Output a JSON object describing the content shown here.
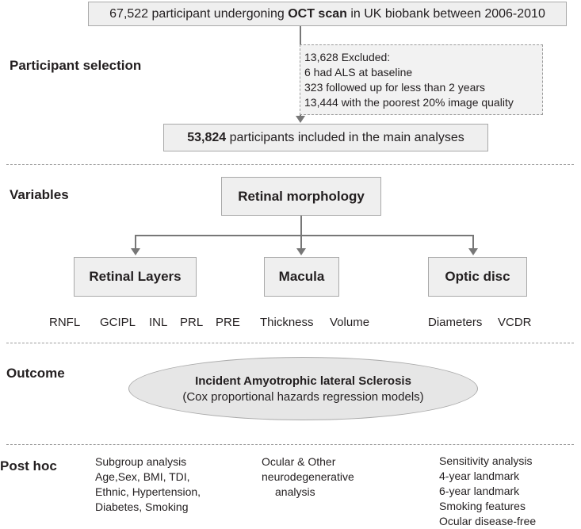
{
  "top_box": {
    "prefix": "67,522 participant undergoning ",
    "bold": "OCT scan",
    "suffix": " in UK biobank between 2006-2010"
  },
  "excluded": [
    "13,628 Excluded:",
    "6 had ALS at baseline",
    "323 followed up for less than 2 years",
    "13,444 with the poorest 20% image quality"
  ],
  "included_box": {
    "bold": "53,824",
    "suffix": " participants included in the main analyses"
  },
  "sections": {
    "participant_selection": "Participant selection",
    "variables": "Variables",
    "outcome": "Outcome",
    "post_hoc": "Post hoc"
  },
  "retinal_morphology": "Retinal morphology",
  "categories": {
    "retinal_layers": "Retinal Layers",
    "macula": "Macula",
    "optic_disc": "Optic disc"
  },
  "layer_items": [
    "RNFL",
    "GCIPL",
    "INL",
    "PRL",
    "PRE"
  ],
  "macula_items": [
    "Thickness",
    "Volume"
  ],
  "optic_items": [
    "Diameters",
    "VCDR"
  ],
  "outcome": {
    "title": "Incident Amyotrophic lateral Sclerosis",
    "subtitle": "(Cox proportional hazards regression models)"
  },
  "post_hoc": {
    "col1": [
      "Subgroup analysis",
      "Age,Sex, BMI, TDI,",
      "Ethnic, Hypertension,",
      "Diabetes, Smoking"
    ],
    "col2": [
      "Ocular & Other",
      "neurodegenerative",
      "analysis"
    ],
    "col3": [
      "Sensitivity analysis",
      "4-year landmark",
      "6-year landmark",
      "Smoking features",
      "Ocular disease-free"
    ]
  },
  "colors": {
    "box_fill": "#efefef",
    "border": "#a9a9a9",
    "arrow": "#777777",
    "text": "#231f20"
  }
}
